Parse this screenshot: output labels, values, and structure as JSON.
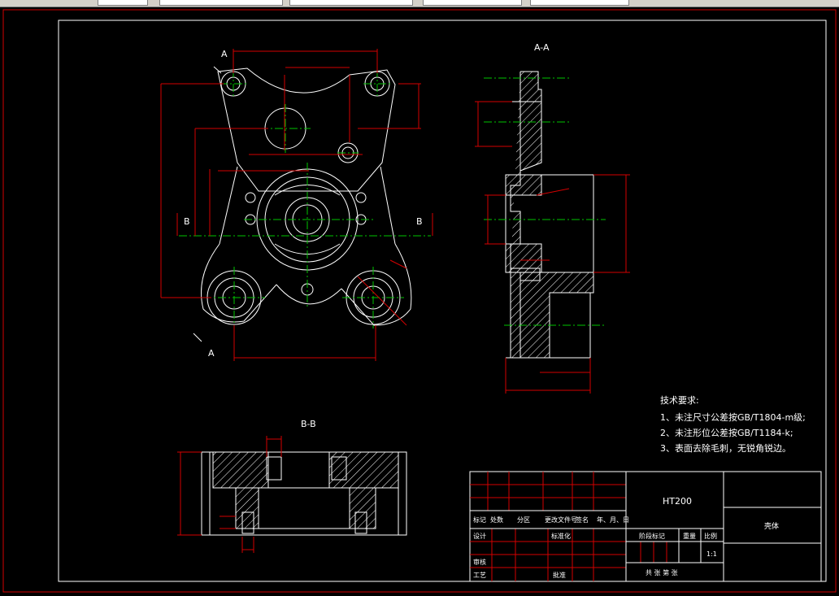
{
  "section_labels": {
    "aa": "A-A",
    "bb": "B-B",
    "a_top": "A",
    "a_bottom": "A",
    "b_left": "B",
    "b_right": "B"
  },
  "tech_req": {
    "title": "技术要求:",
    "items": [
      "1、未注尺寸公差按GB/T1804-m级;",
      "2、未注形位公差按GB/T1184-k;",
      "3、表面去除毛刺，无锐角锐边。"
    ]
  },
  "title_block": {
    "material": "HT200",
    "part_name": "壳体",
    "scale": "1:1",
    "headers": [
      "标记",
      "处数",
      "分区",
      "更改文件号",
      "签名",
      "年、月、日"
    ],
    "design_label": "设计",
    "standardize_label": "标准化",
    "stage_mark_label": "阶段标记",
    "weight_label": "重量",
    "scale_label": "比例",
    "review_label": "审核",
    "process_label": "工艺",
    "approve_label": "批准",
    "sheet_label": "共   张   第   张"
  }
}
